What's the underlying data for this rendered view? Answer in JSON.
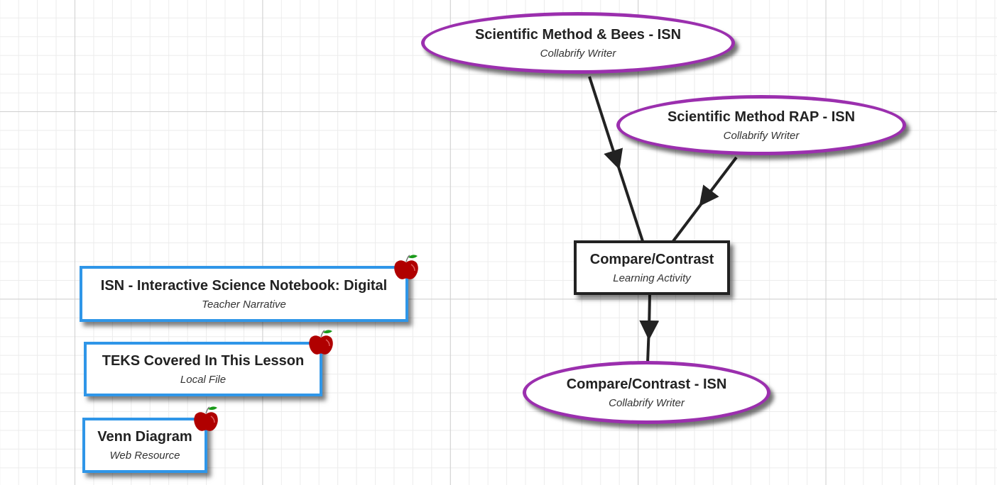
{
  "canvas": {
    "grid": true,
    "colors": {
      "ellipse_border": "#9b2fae",
      "activity_border": "#222222",
      "resource_border": "#2f96e8",
      "apple_red": "#b00000",
      "apple_leaf": "#1a9a1a"
    }
  },
  "nodes": {
    "sci_bees": {
      "title": "Scientific Method & Bees - ISN",
      "subtitle": "Collabrify Writer",
      "shape": "ellipse"
    },
    "sci_rap": {
      "title": "Scientific Method RAP - ISN",
      "subtitle": "Collabrify Writer",
      "shape": "ellipse"
    },
    "compare": {
      "title": "Compare/Contrast",
      "subtitle": "Learning Activity",
      "shape": "rectangle"
    },
    "compare_isn": {
      "title": "Compare/Contrast - ISN",
      "subtitle": "Collabrify Writer",
      "shape": "ellipse"
    },
    "isn_notebook": {
      "title": "ISN - Interactive Science Notebook: Digital",
      "subtitle": "Teacher Narrative",
      "shape": "rectangle",
      "icon": "apple-icon"
    },
    "teks": {
      "title": "TEKS Covered In This Lesson",
      "subtitle": "Local File",
      "shape": "rectangle",
      "icon": "apple-icon"
    },
    "venn": {
      "title": "Venn Diagram",
      "subtitle": "Web Resource",
      "shape": "rectangle",
      "icon": "apple-icon"
    }
  },
  "edges": [
    {
      "from": "sci_bees",
      "to": "compare"
    },
    {
      "from": "sci_rap",
      "to": "compare"
    },
    {
      "from": "compare",
      "to": "compare_isn"
    }
  ]
}
